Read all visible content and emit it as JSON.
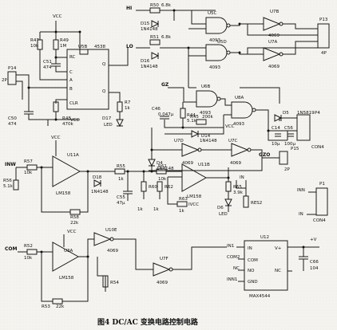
{
  "caption": "图4   DC/AC 变换电路控制电路",
  "nets": {
    "vcc": "VCC",
    "hi": "HI",
    "lo": "LO",
    "gz": "GZ",
    "gzo": "GZO",
    "inw": "INW",
    "com": "COM",
    "inn": "INN",
    "in": "IN",
    "ivcc": "IVCC",
    "plus_v": "+V"
  },
  "ics": {
    "u5b": {
      "name": "U5B",
      "part": "4538",
      "pins": [
        "RC",
        "C",
        "A",
        "B",
        "CLR",
        "Q",
        "Q"
      ]
    },
    "u5c": {
      "name": "U5C",
      "part": "4093"
    },
    "u5d": {
      "name": "U5D",
      "part": "4093"
    },
    "u7b": {
      "name": "U7B",
      "part": "4069"
    },
    "u7a": {
      "name": "U7A",
      "part": "4069"
    },
    "u6b": {
      "name": "U6B",
      "part": "4093"
    },
    "u8a": {
      "name": "U8A",
      "part": "4093"
    },
    "u7d": {
      "name": "U7D",
      "part": "4069"
    },
    "u7c": {
      "name": "U7C",
      "part": "4069"
    },
    "u11a": {
      "name": "U11A",
      "part": "LM158"
    },
    "u11b": {
      "name": "U11B",
      "part": "LM158"
    },
    "u3a": {
      "name": "U3A",
      "part": "LM158"
    },
    "u10e": {
      "name": "U10E",
      "part": "4069"
    },
    "u7f": {
      "name": "U7F",
      "part": "4069"
    },
    "u12": {
      "name": "U12",
      "part": "MAX4544",
      "pins": [
        "IN",
        "COM",
        "NO",
        "GND",
        "V+",
        "NC"
      ]
    }
  },
  "connectors": {
    "p13": {
      "name": "P13",
      "type": "4P"
    },
    "p14": {
      "name": "P14",
      "type": "2P"
    },
    "p4": {
      "name": "P4",
      "type": "CON4"
    },
    "p15": {
      "name": "P15",
      "type": "2P"
    },
    "p1": {
      "name": "P1",
      "type": "CON4"
    }
  },
  "parts": {
    "r47": {
      "name": "R47",
      "value": "10k"
    },
    "r49": {
      "name": "R49",
      "value": "1M"
    },
    "c51": {
      "name": "C51",
      "value": "474"
    },
    "c50": {
      "name": "C50",
      "value": "474"
    },
    "r48": {
      "name": "R48",
      "value": "470k"
    },
    "r50": {
      "name": "R50",
      "value": "6.8k"
    },
    "r51": {
      "name": "R51",
      "value": "6.8k"
    },
    "d15": {
      "name": "D15",
      "value": "1N4148"
    },
    "d16": {
      "name": "D16",
      "value": "1N4148"
    },
    "r7": {
      "name": "R7",
      "value": "1k"
    },
    "d17": {
      "name": "D17",
      "value": "LED"
    },
    "r44": {
      "name": "R44",
      "value": "5.1k"
    },
    "c46": {
      "name": "C46",
      "value": "0.047μ"
    },
    "r45": {
      "name": "R45",
      "value": "200k"
    },
    "d14": {
      "name": "D14",
      "value": "1N4148"
    },
    "c14": {
      "name": "C14",
      "value": "10μ"
    },
    "c56": {
      "name": "C56",
      "value": "100μ"
    },
    "d5": {
      "name": "D5",
      "value": "1N5819"
    },
    "r57": {
      "name": "R57",
      "value": "10k"
    },
    "r56": {
      "name": "R56",
      "value": "5.1k"
    },
    "d18": {
      "name": "D18",
      "value": "1N4148"
    },
    "r55": {
      "name": "R55",
      "value": "1k"
    },
    "c55": {
      "name": "C55",
      "value": "47μ"
    },
    "r58": {
      "name": "R58",
      "value": "22k"
    },
    "d4": {
      "name": "D4",
      "value": "1N4148"
    },
    "r61": {
      "name": "R61",
      "value": "10k"
    },
    "r60": {
      "name": "R60",
      "value": "1k"
    },
    "r62": {
      "name": "R62",
      "value": "1k"
    },
    "r63": {
      "name": "R63",
      "value": "1k"
    },
    "r65": {
      "name": "R65",
      "value": "3.9k"
    },
    "d6": {
      "name": "D6",
      "value": "LED"
    },
    "res2": {
      "name": "RES2",
      "value": ""
    },
    "r52": {
      "name": "R52",
      "value": "10k"
    },
    "r53": {
      "name": "R53",
      "value": "22k"
    },
    "r54": {
      "name": "R54",
      "value": ""
    },
    "c66": {
      "name": "C66",
      "value": "104"
    }
  },
  "switch_labels": {
    "in1": "IN1",
    "com2": "COM2",
    "nc": "NC",
    "inn1": "INN1"
  }
}
